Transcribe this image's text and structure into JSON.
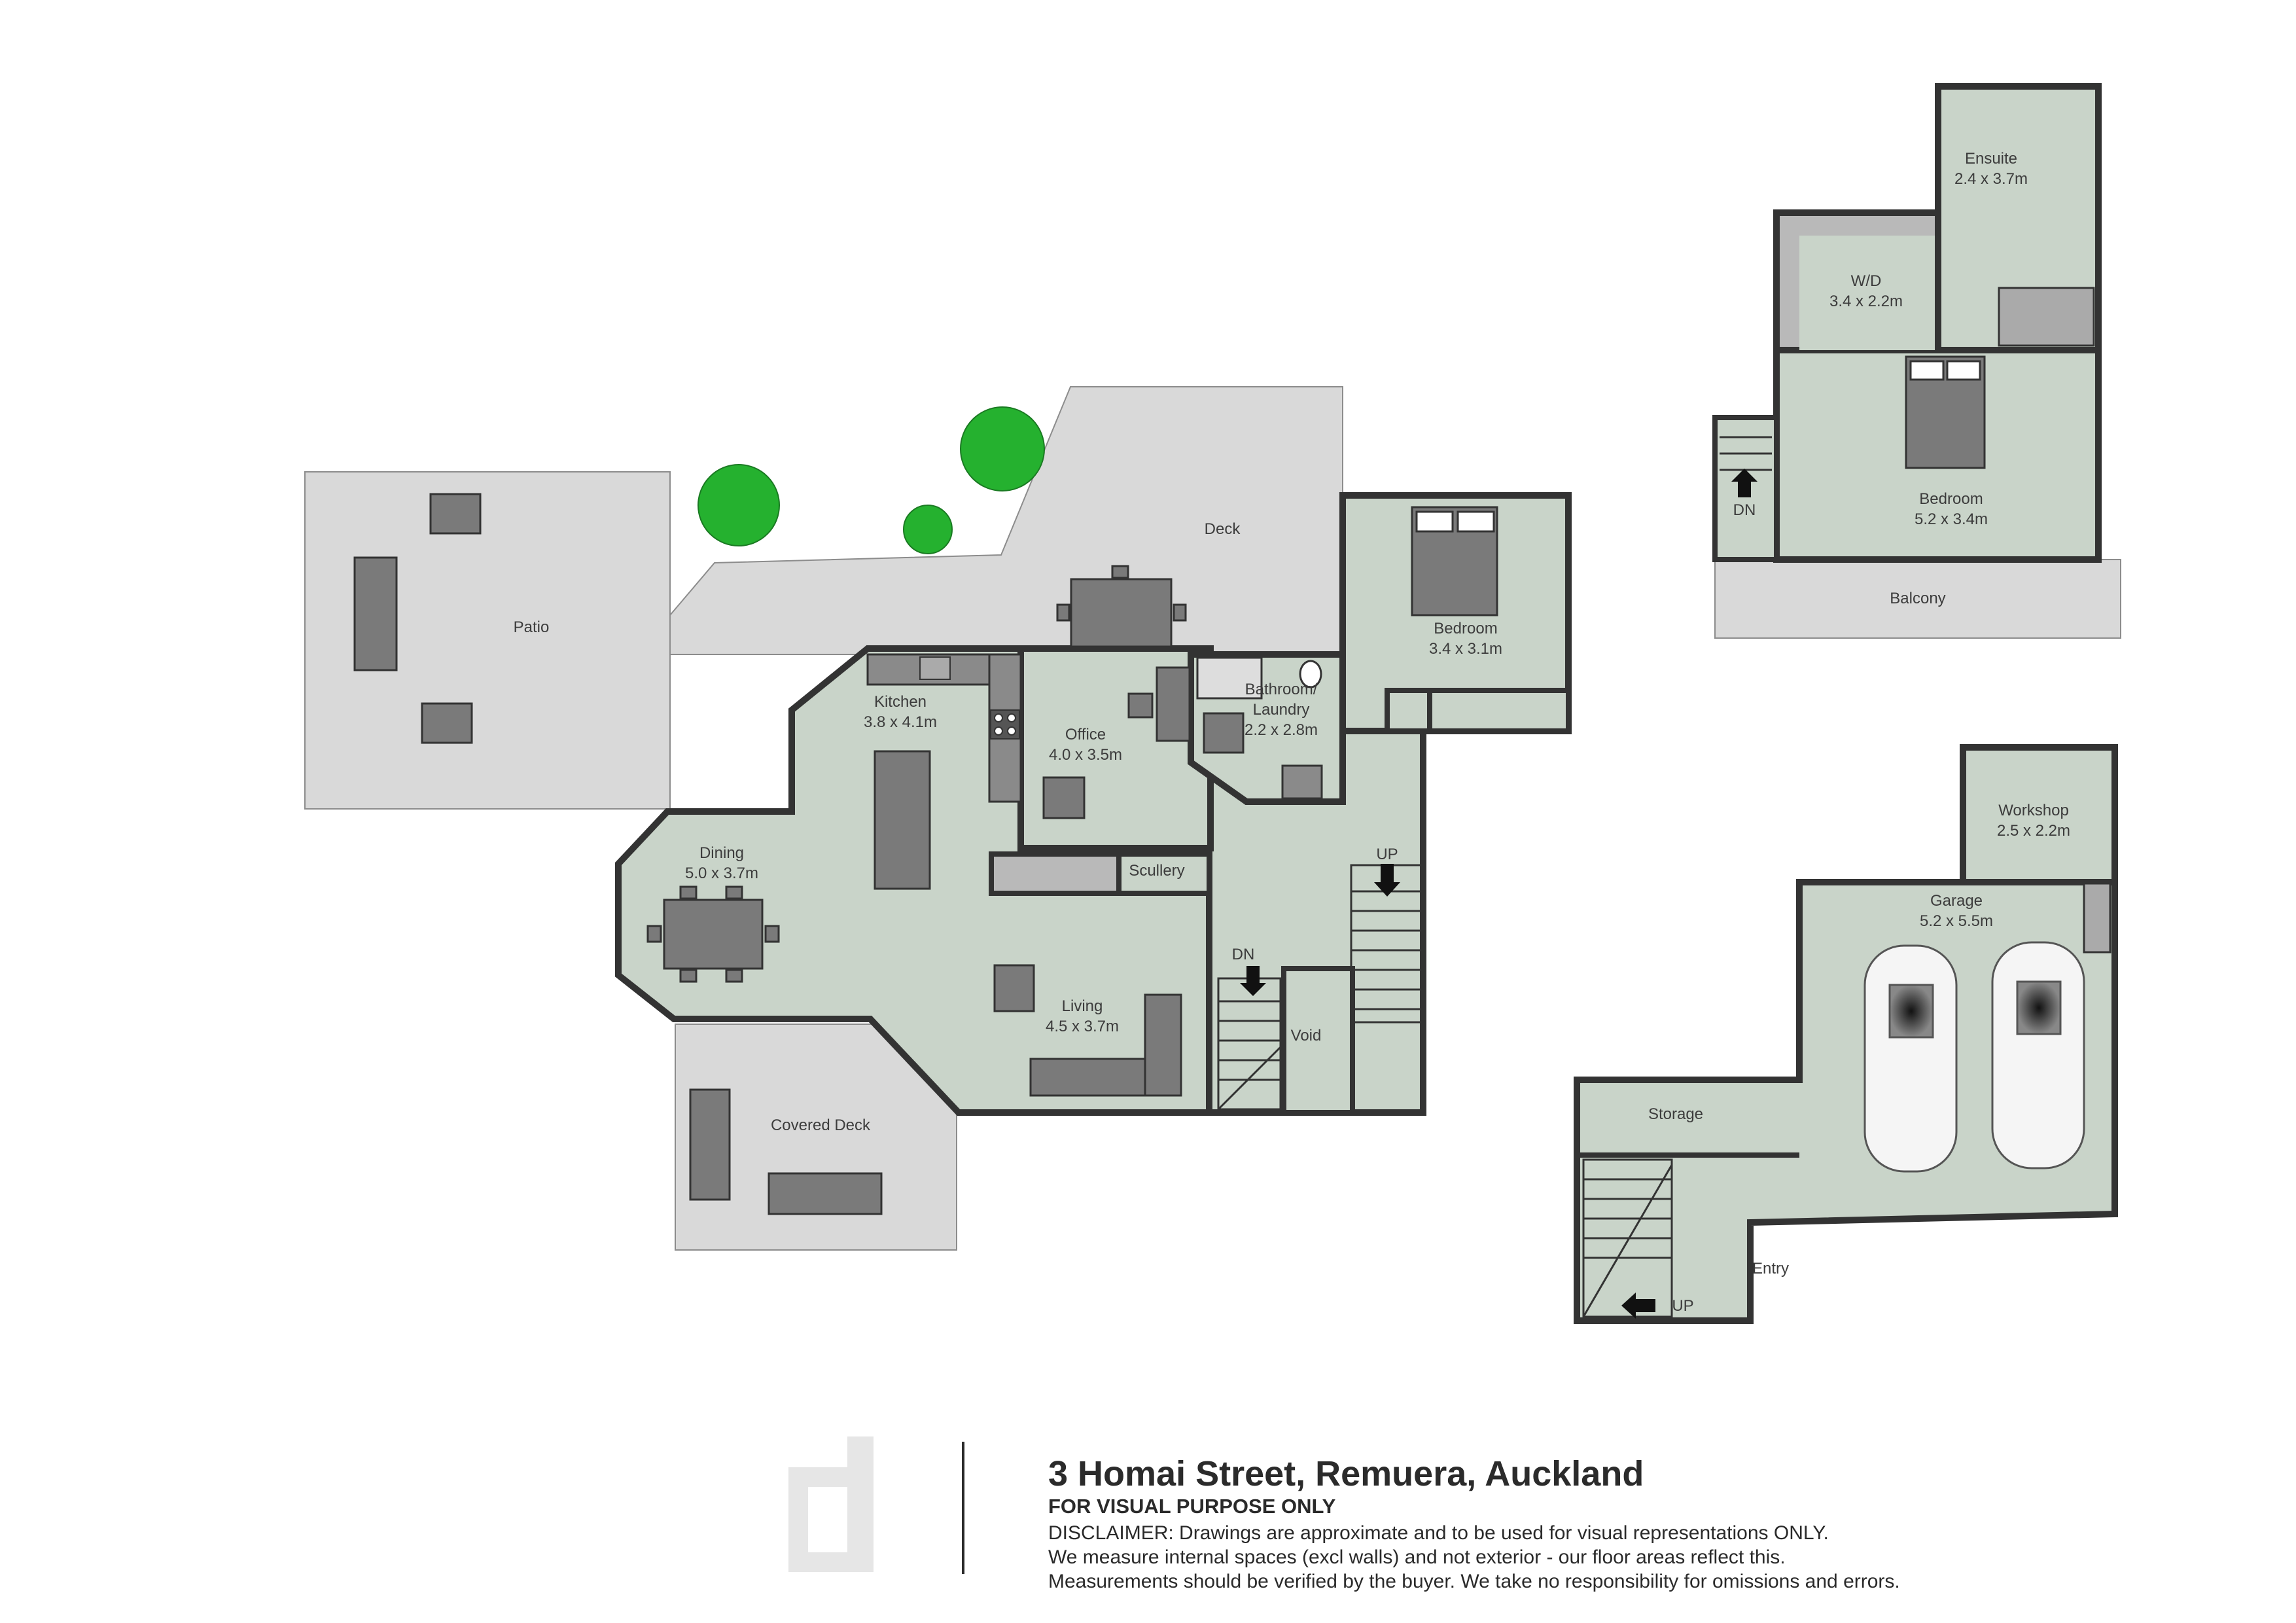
{
  "property": {
    "address": "3 Homai Street, Remuera, Auckland",
    "subtitle": "FOR VISUAL PURPOSE ONLY",
    "disclaimer": [
      "DISCLAIMER:  Drawings are approximate and to be used for visual representations ONLY.",
      "We measure internal spaces (excl walls) and not exterior - our floor areas reflect this.",
      "Measurements should be verified by the buyer. We take no responsibility for omissions and errors."
    ]
  },
  "rooms": {
    "patio": {
      "name": "Patio"
    },
    "deck": {
      "name": "Deck"
    },
    "bedroom_main": {
      "name": "Bedroom",
      "size": "3.4  x  3.1m"
    },
    "kitchen": {
      "name": "Kitchen",
      "size": "3.8  x  4.1m"
    },
    "office": {
      "name": "Office",
      "size": "4.0  x  3.5m"
    },
    "bathroom": {
      "name1": "Bathroom/",
      "name2": "Laundry",
      "size": "2.2  x  2.8m"
    },
    "dining": {
      "name": "Dining",
      "size": "5.0  x  3.7m"
    },
    "scullery": {
      "name": "Scullery"
    },
    "living": {
      "name": "Living",
      "size": "4.5  x  3.7m"
    },
    "void": {
      "name": "Void"
    },
    "covered_deck": {
      "name": "Covered Deck"
    },
    "ensuite": {
      "name": "Ensuite",
      "size": "2.4  x  3.7m"
    },
    "wd": {
      "name": "W/D",
      "size": "3.4  x  2.2m"
    },
    "bedroom_upper": {
      "name": "Bedroom",
      "size": "5.2  x  3.4m"
    },
    "balcony": {
      "name": "Balcony"
    },
    "workshop": {
      "name": "Workshop",
      "size": "2.5  x  2.2m"
    },
    "garage": {
      "name": "Garage",
      "size": "5.2  x  5.5m"
    },
    "storage": {
      "name": "Storage"
    },
    "entry": {
      "name": "Entry"
    }
  },
  "stairs": {
    "main_up": "UP",
    "main_dn": "DN",
    "upper_dn": "DN",
    "lower_up": "UP"
  },
  "colors": {
    "room_fill": "#c9d4c9",
    "outdoor_fill": "#d9d9d9",
    "wall": "#333333",
    "furniture": "#7a7a7a",
    "tree": "#25b12f"
  }
}
